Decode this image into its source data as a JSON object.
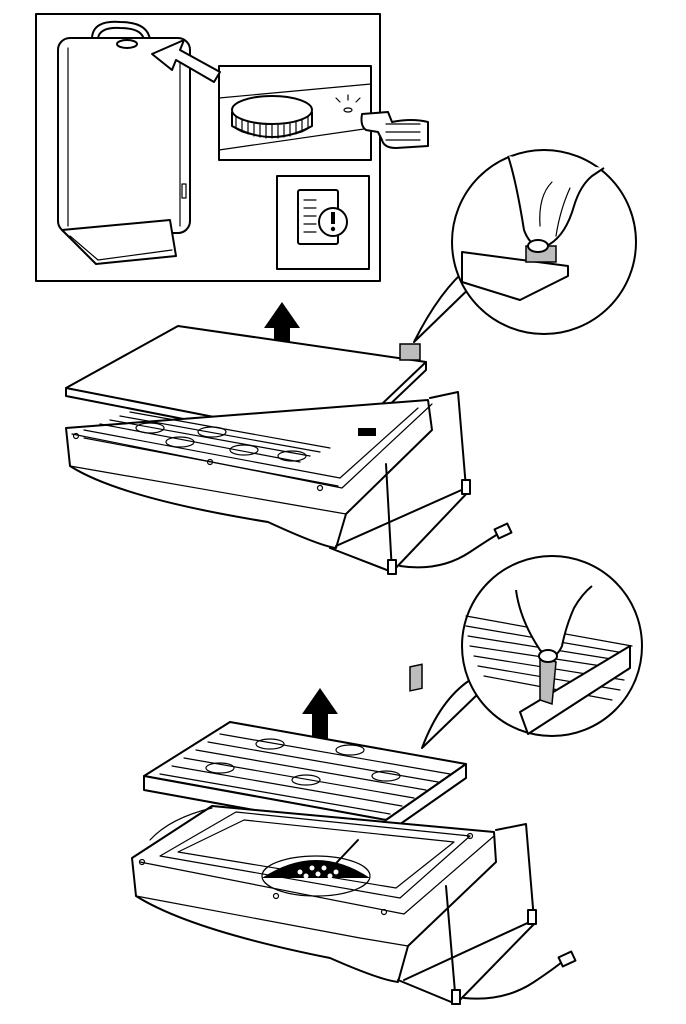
{
  "figure": {
    "kind": "assembly-instruction",
    "steps": [
      {
        "step": "panel-1",
        "content": [
          "air-purifier-unit",
          "filter-indicator-button",
          "pressing-hand",
          "filter-warning-symbol"
        ]
      },
      {
        "step": "panel-2",
        "content": [
          "lift-top-cover",
          "up-arrow",
          "pull-tab-detail"
        ]
      },
      {
        "step": "panel-3",
        "content": [
          "lift-filter",
          "up-arrow",
          "pull-tab-detail"
        ]
      }
    ]
  },
  "colors": {
    "line": "#000000",
    "tab_fill": "#bdbdbd",
    "background": "#ffffff"
  },
  "icons": {
    "arrow": "up-arrow-icon",
    "warning": "exclamation-circle-icon",
    "manual": "manual-page-icon"
  }
}
